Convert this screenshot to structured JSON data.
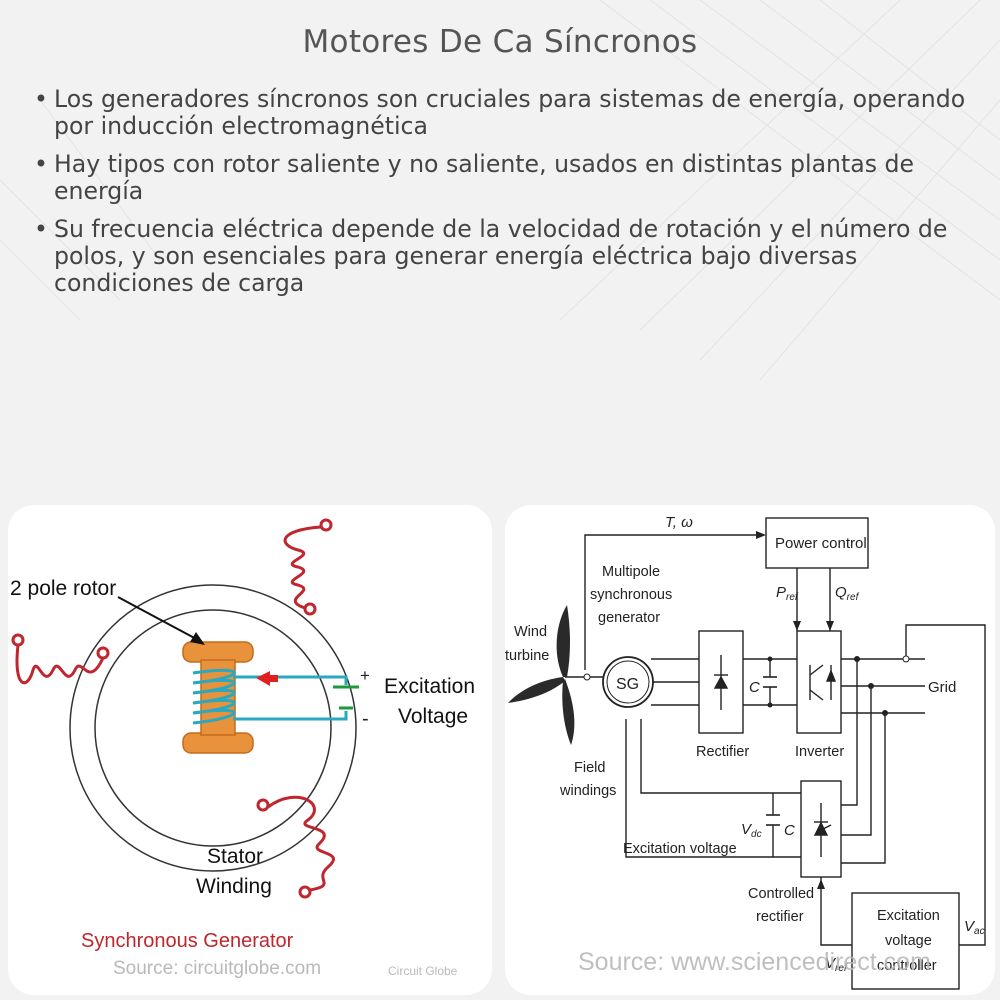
{
  "title": "Motores De Ca Síncronos",
  "bullets": [
    "Los generadores síncronos son cruciales para sistemas de energía, operando por inducción electromagnética",
    "Hay tipos con rotor saliente y no saliente, usados en distintas plantas de energía",
    "Su frecuencia eléctrica depende de la velocidad de rotación y el número de polos, y son esenciales para generar energía eléctrica bajo diversas condiciones de carga"
  ],
  "left_diagram": {
    "rotor_label": "2 pole rotor",
    "excitation_line1": "Excitation",
    "excitation_line2": "Voltage",
    "plus": "+",
    "minus": "-",
    "stator_line1": "Stator",
    "stator_line2": "Winding",
    "caption": "Synchronous Generator",
    "source": "Source: circuitglobe.com",
    "watermark": "Circuit Globe",
    "colors": {
      "stator_coil": "#c0262d",
      "rotor": "#e8923b",
      "field_coil": "#2aa8c0",
      "battery": "#1a9a3a",
      "arrow": "#e02020"
    }
  },
  "right_diagram": {
    "torque_label": "T, ω",
    "power_control": "Power control",
    "p_ref": "P",
    "p_ref_sub": "ref",
    "q_ref": "Q",
    "q_ref_sub": "ref",
    "multipole_line1": "Multipole",
    "multipole_line2": "synchronous",
    "multipole_line3": "generator",
    "wind_line1": "Wind",
    "wind_line2": "turbine",
    "sg": "SG",
    "capacitor": "C",
    "grid": "Grid",
    "rectifier": "Rectifier",
    "inverter": "Inverter",
    "field_line1": "Field",
    "field_line2": "windings",
    "vdc": "V",
    "vdc_sub": "dc",
    "excitation_voltage": "Excitation voltage",
    "controlled_line1": "Controlled",
    "controlled_line2": "rectifier",
    "exc_ctrl_line1": "Excitation",
    "exc_ctrl_line2": "voltage",
    "exc_ctrl_line3": "controller",
    "vac": "V",
    "vac_sub": "ac",
    "vref": "V",
    "vref_sub": "ref",
    "source": "Source: www.sciencedirect.com"
  }
}
